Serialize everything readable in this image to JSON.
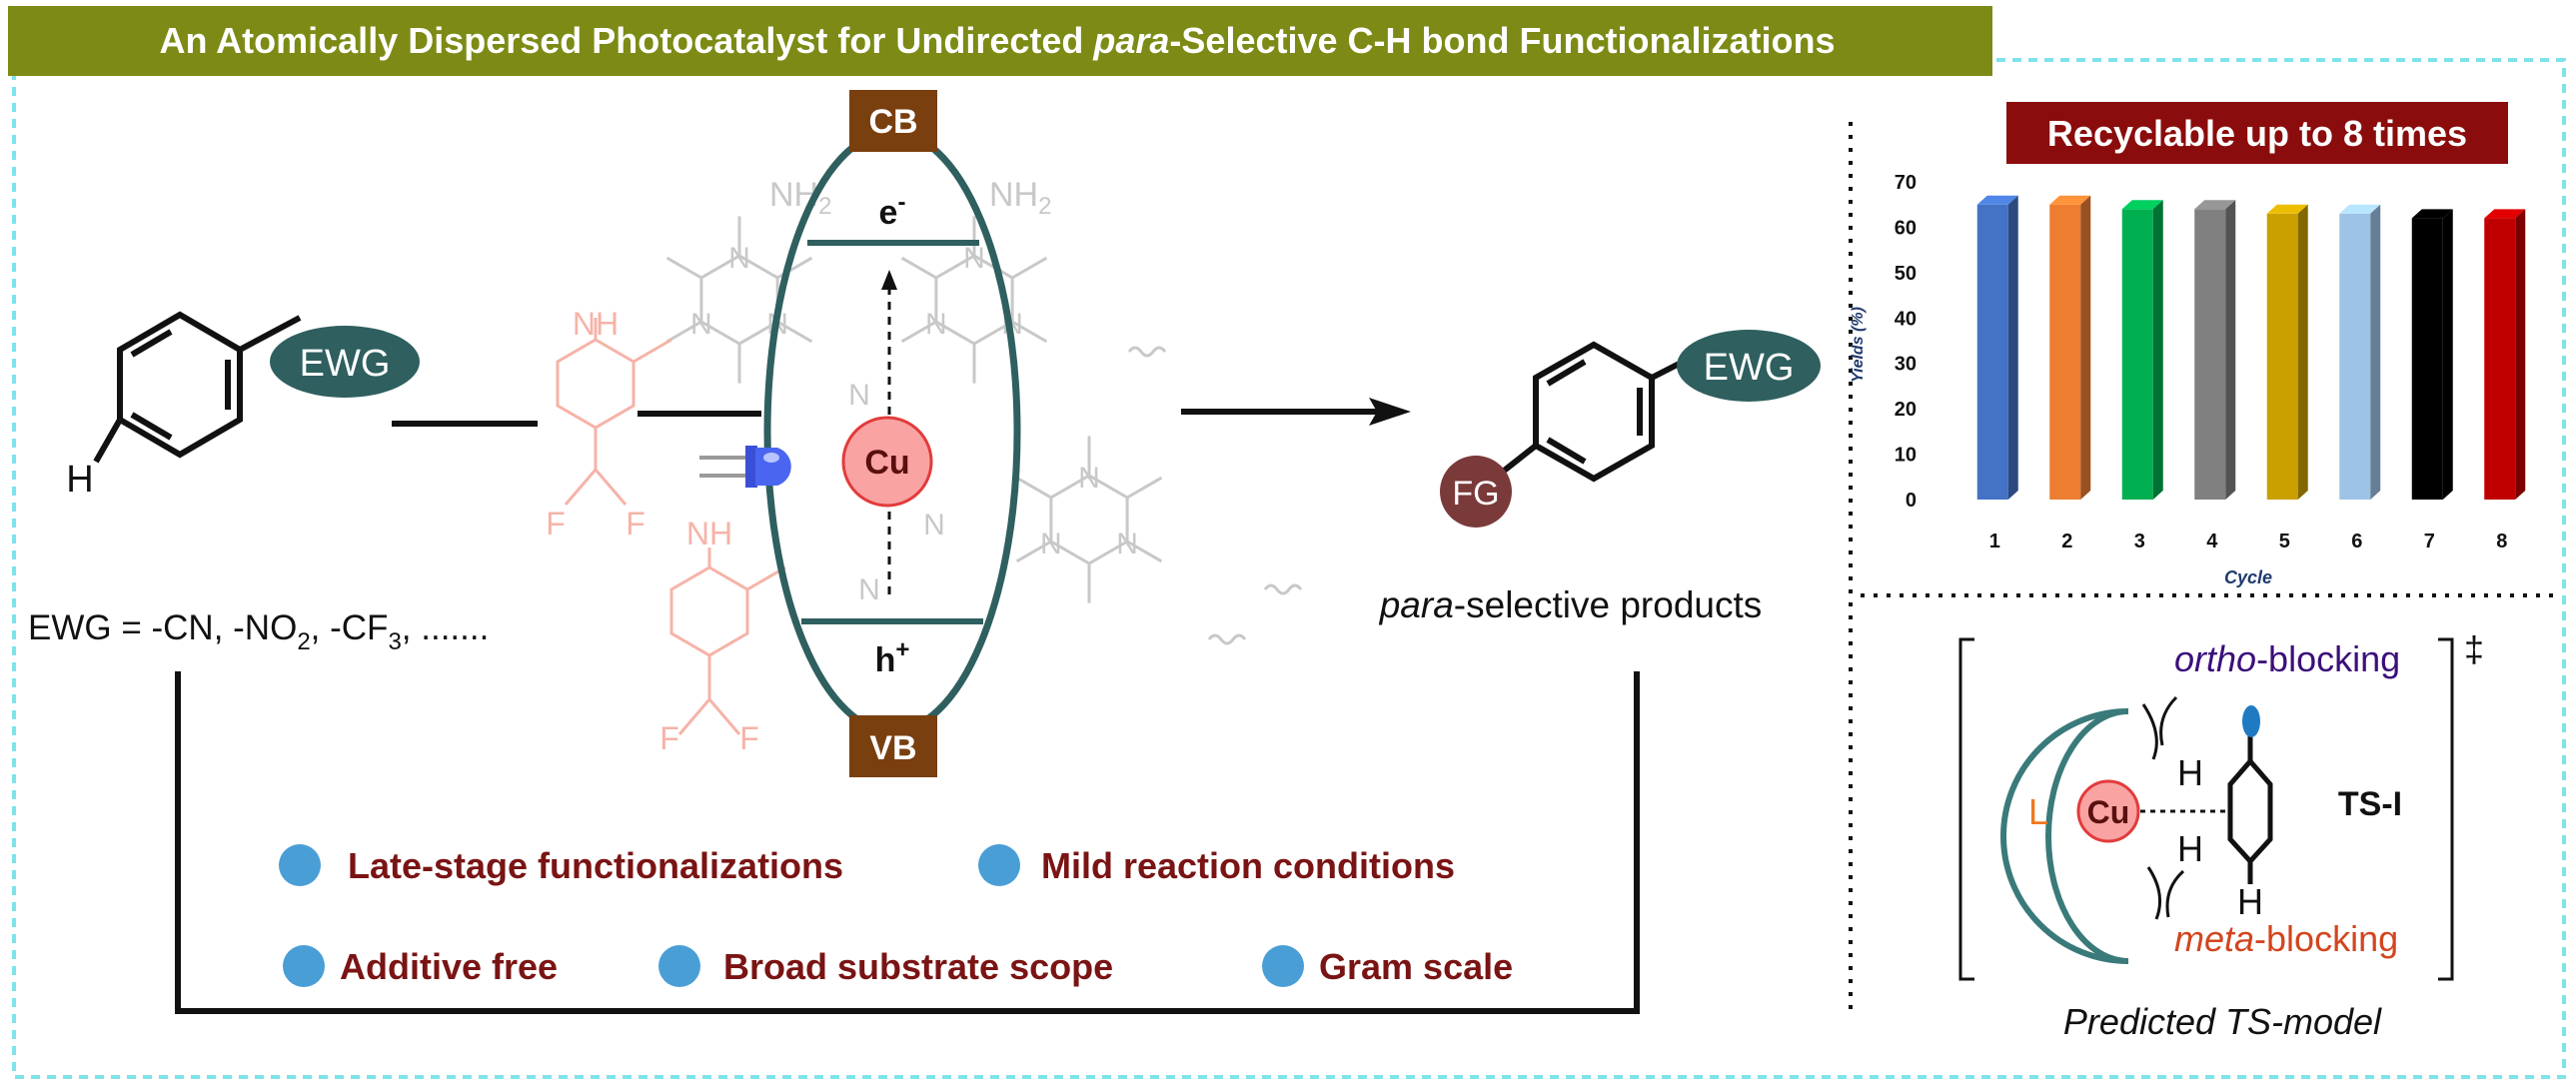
{
  "title": {
    "before": "An Atomically Dispersed Photocatalyst for Undirected ",
    "italic": "para",
    "after": "-Selective C-H bond Functionalizations"
  },
  "colors": {
    "title_bg": "#7d8a15",
    "frame": "#7fe3ea",
    "teal": "#2f5f5f",
    "band_label_bg": "#7a3f0f",
    "cu_fill": "#f9a3a3",
    "cu_stroke": "#e23b3b",
    "fg_fill": "#7b3a3a",
    "feature_dot": "#4a9ed6",
    "feature_text": "#7a1414",
    "recyclable_bg": "#8b0c0c",
    "ligand_label": "#f07820",
    "ortho_text": "#3b0f7a",
    "meta_text": "#d2451e",
    "heptazine_gray": "#c8c8c8",
    "dfa_pink": "#f6b3a8"
  },
  "reactant": {
    "h_label": "H",
    "ewg_label": "EWG"
  },
  "ewg_definition": {
    "prefix": "EWG = -CN, -NO",
    "sub1": "2",
    "mid": ", -CF",
    "sub2": "3",
    "suffix": ", ......."
  },
  "catalyst": {
    "cb_label": "CB",
    "vb_label": "VB",
    "electron": "e",
    "electron_sup": "-",
    "hole": "h",
    "hole_sup": "+",
    "metal": "Cu",
    "nh2_label": "NH",
    "nh2_sub": "2",
    "n_label": "N",
    "nh_label": "NH",
    "f_label": "F"
  },
  "product": {
    "fg_label": "FG",
    "ewg_label": "EWG",
    "caption_italic": "para",
    "caption_rest": "-selective products"
  },
  "features": [
    "Late-stage functionalizations",
    "Mild reaction conditions",
    "Additive free",
    "Broad substrate scope",
    "Gram scale"
  ],
  "recyclable_title": "Recyclable up to 8 times",
  "chart_data": {
    "type": "bar",
    "categories": [
      "1",
      "2",
      "3",
      "4",
      "5",
      "6",
      "7",
      "8"
    ],
    "values": [
      65,
      65,
      64,
      64,
      63,
      63,
      62,
      62
    ],
    "colors": [
      "#4472c4",
      "#ed7d31",
      "#00b050",
      "#808080",
      "#c9a000",
      "#9dc3e6",
      "#000000",
      "#c00000"
    ],
    "title": "",
    "xlabel": "Cycle",
    "ylabel": "Yields (%)",
    "ylim": [
      0,
      70
    ],
    "yticks": [
      "0",
      "10",
      "20",
      "30",
      "40",
      "50",
      "60",
      "70"
    ],
    "grid": false,
    "style": "3d-bars"
  },
  "ts_model": {
    "dagger": "‡",
    "ortho_italic": "ortho",
    "ortho_rest": "-blocking",
    "meta_italic": "meta",
    "meta_rest": "-blocking",
    "ligand": "L",
    "metal": "Cu",
    "h_label": "H",
    "ts_label": "TS-I",
    "caption": "Predicted TS-model"
  }
}
